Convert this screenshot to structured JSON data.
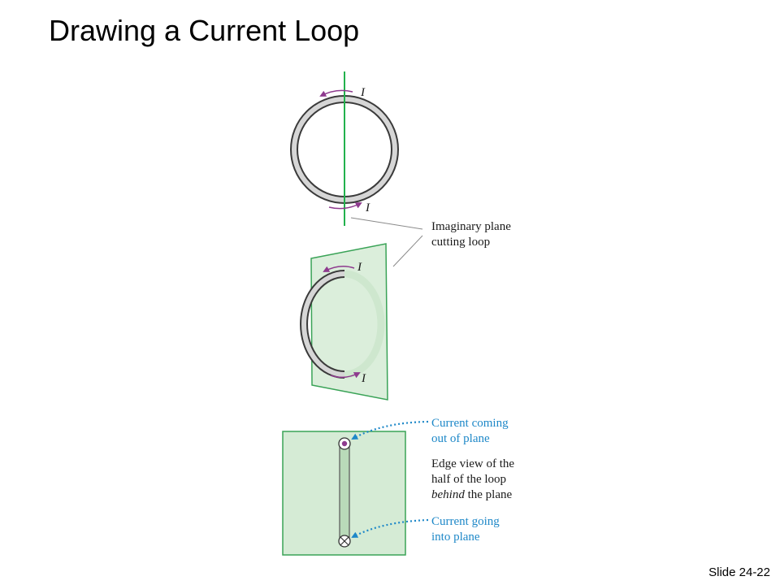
{
  "slide": {
    "title": "Drawing a Current Loop",
    "number": "Slide 24-22"
  },
  "figure": {
    "current_symbol": "I",
    "plane_label": [
      "Imaginary plane",
      "cutting loop"
    ],
    "out_label": [
      "Current coming",
      "out of plane"
    ],
    "edge_label": {
      "line1": "Edge view of the",
      "line2": "half of the loop",
      "line3_italic": "behind",
      "line3_rest": " the plane"
    },
    "in_label": [
      "Current going",
      "into plane"
    ]
  },
  "colors": {
    "plane_fill": "#d5ebd5",
    "plane_edge": "#3aa357",
    "cut_line": "#22b14c",
    "current_arrow": "#8e3a8e",
    "callout_dots": "#1e88c8",
    "wire": "#4a4a4a"
  },
  "icons": {
    "out_of_plane": "dot-circle-icon",
    "into_plane": "cross-circle-icon"
  }
}
